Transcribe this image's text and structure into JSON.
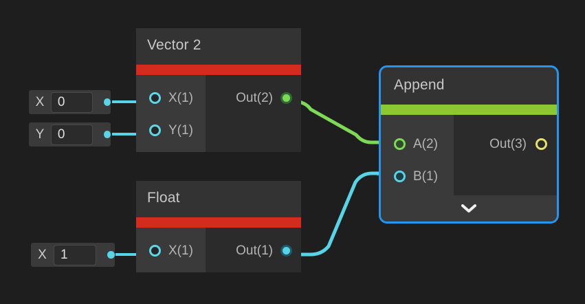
{
  "canvas": {
    "background": "#1e1e1e",
    "accent_selected": "#2196f3",
    "accent_red": "#d32b1e",
    "accent_green": "#8bc832",
    "wire_green": "#7ed957",
    "wire_cyan": "#57d4e8"
  },
  "widgets": [
    {
      "label": "X",
      "value": "0",
      "dot_icon": "connector-dot-icon"
    },
    {
      "label": "Y",
      "value": "0",
      "dot_icon": "connector-dot-icon"
    },
    {
      "label": "X",
      "value": "1",
      "dot_icon": "connector-dot-icon"
    }
  ],
  "nodes": [
    {
      "title": "Vector 2",
      "accent_color": "#d32b1e",
      "inputs": [
        {
          "label": "X(1)",
          "port_icon": "input-port-icon",
          "connected": false
        },
        {
          "label": "Y(1)",
          "port_icon": "input-port-icon",
          "connected": false
        }
      ],
      "outputs": [
        {
          "label": "Out(2)",
          "port_icon": "output-port-icon",
          "connected": true
        }
      ]
    },
    {
      "title": "Float",
      "accent_color": "#d32b1e",
      "inputs": [
        {
          "label": "X(1)",
          "port_icon": "input-port-icon",
          "connected": false
        }
      ],
      "outputs": [
        {
          "label": "Out(1)",
          "port_icon": "output-port-icon",
          "connected": true
        }
      ]
    },
    {
      "title": "Append",
      "accent_color": "#8bc832",
      "selected": true,
      "inputs": [
        {
          "label": "A(2)",
          "port_icon": "input-port-icon",
          "connected": true
        },
        {
          "label": "B(1)",
          "port_icon": "input-port-icon",
          "connected": true
        }
      ],
      "outputs": [
        {
          "label": "Out(3)",
          "port_icon": "output-port-icon",
          "connected": false
        }
      ],
      "footer_icon": "chevron-down-icon"
    }
  ],
  "connections": [
    {
      "from": "Vector 2.Out(2)",
      "to": "Append.A(2)",
      "color": "#7ed957"
    },
    {
      "from": "Float.Out(1)",
      "to": "Append.B(1)",
      "color": "#57d4e8"
    },
    {
      "from": "widget-x0",
      "to": "Vector 2.X(1)",
      "color": "#57d4e8"
    },
    {
      "from": "widget-y0",
      "to": "Vector 2.Y(1)",
      "color": "#57d4e8"
    },
    {
      "from": "widget-x1",
      "to": "Float.X(1)",
      "color": "#57d4e8"
    }
  ]
}
